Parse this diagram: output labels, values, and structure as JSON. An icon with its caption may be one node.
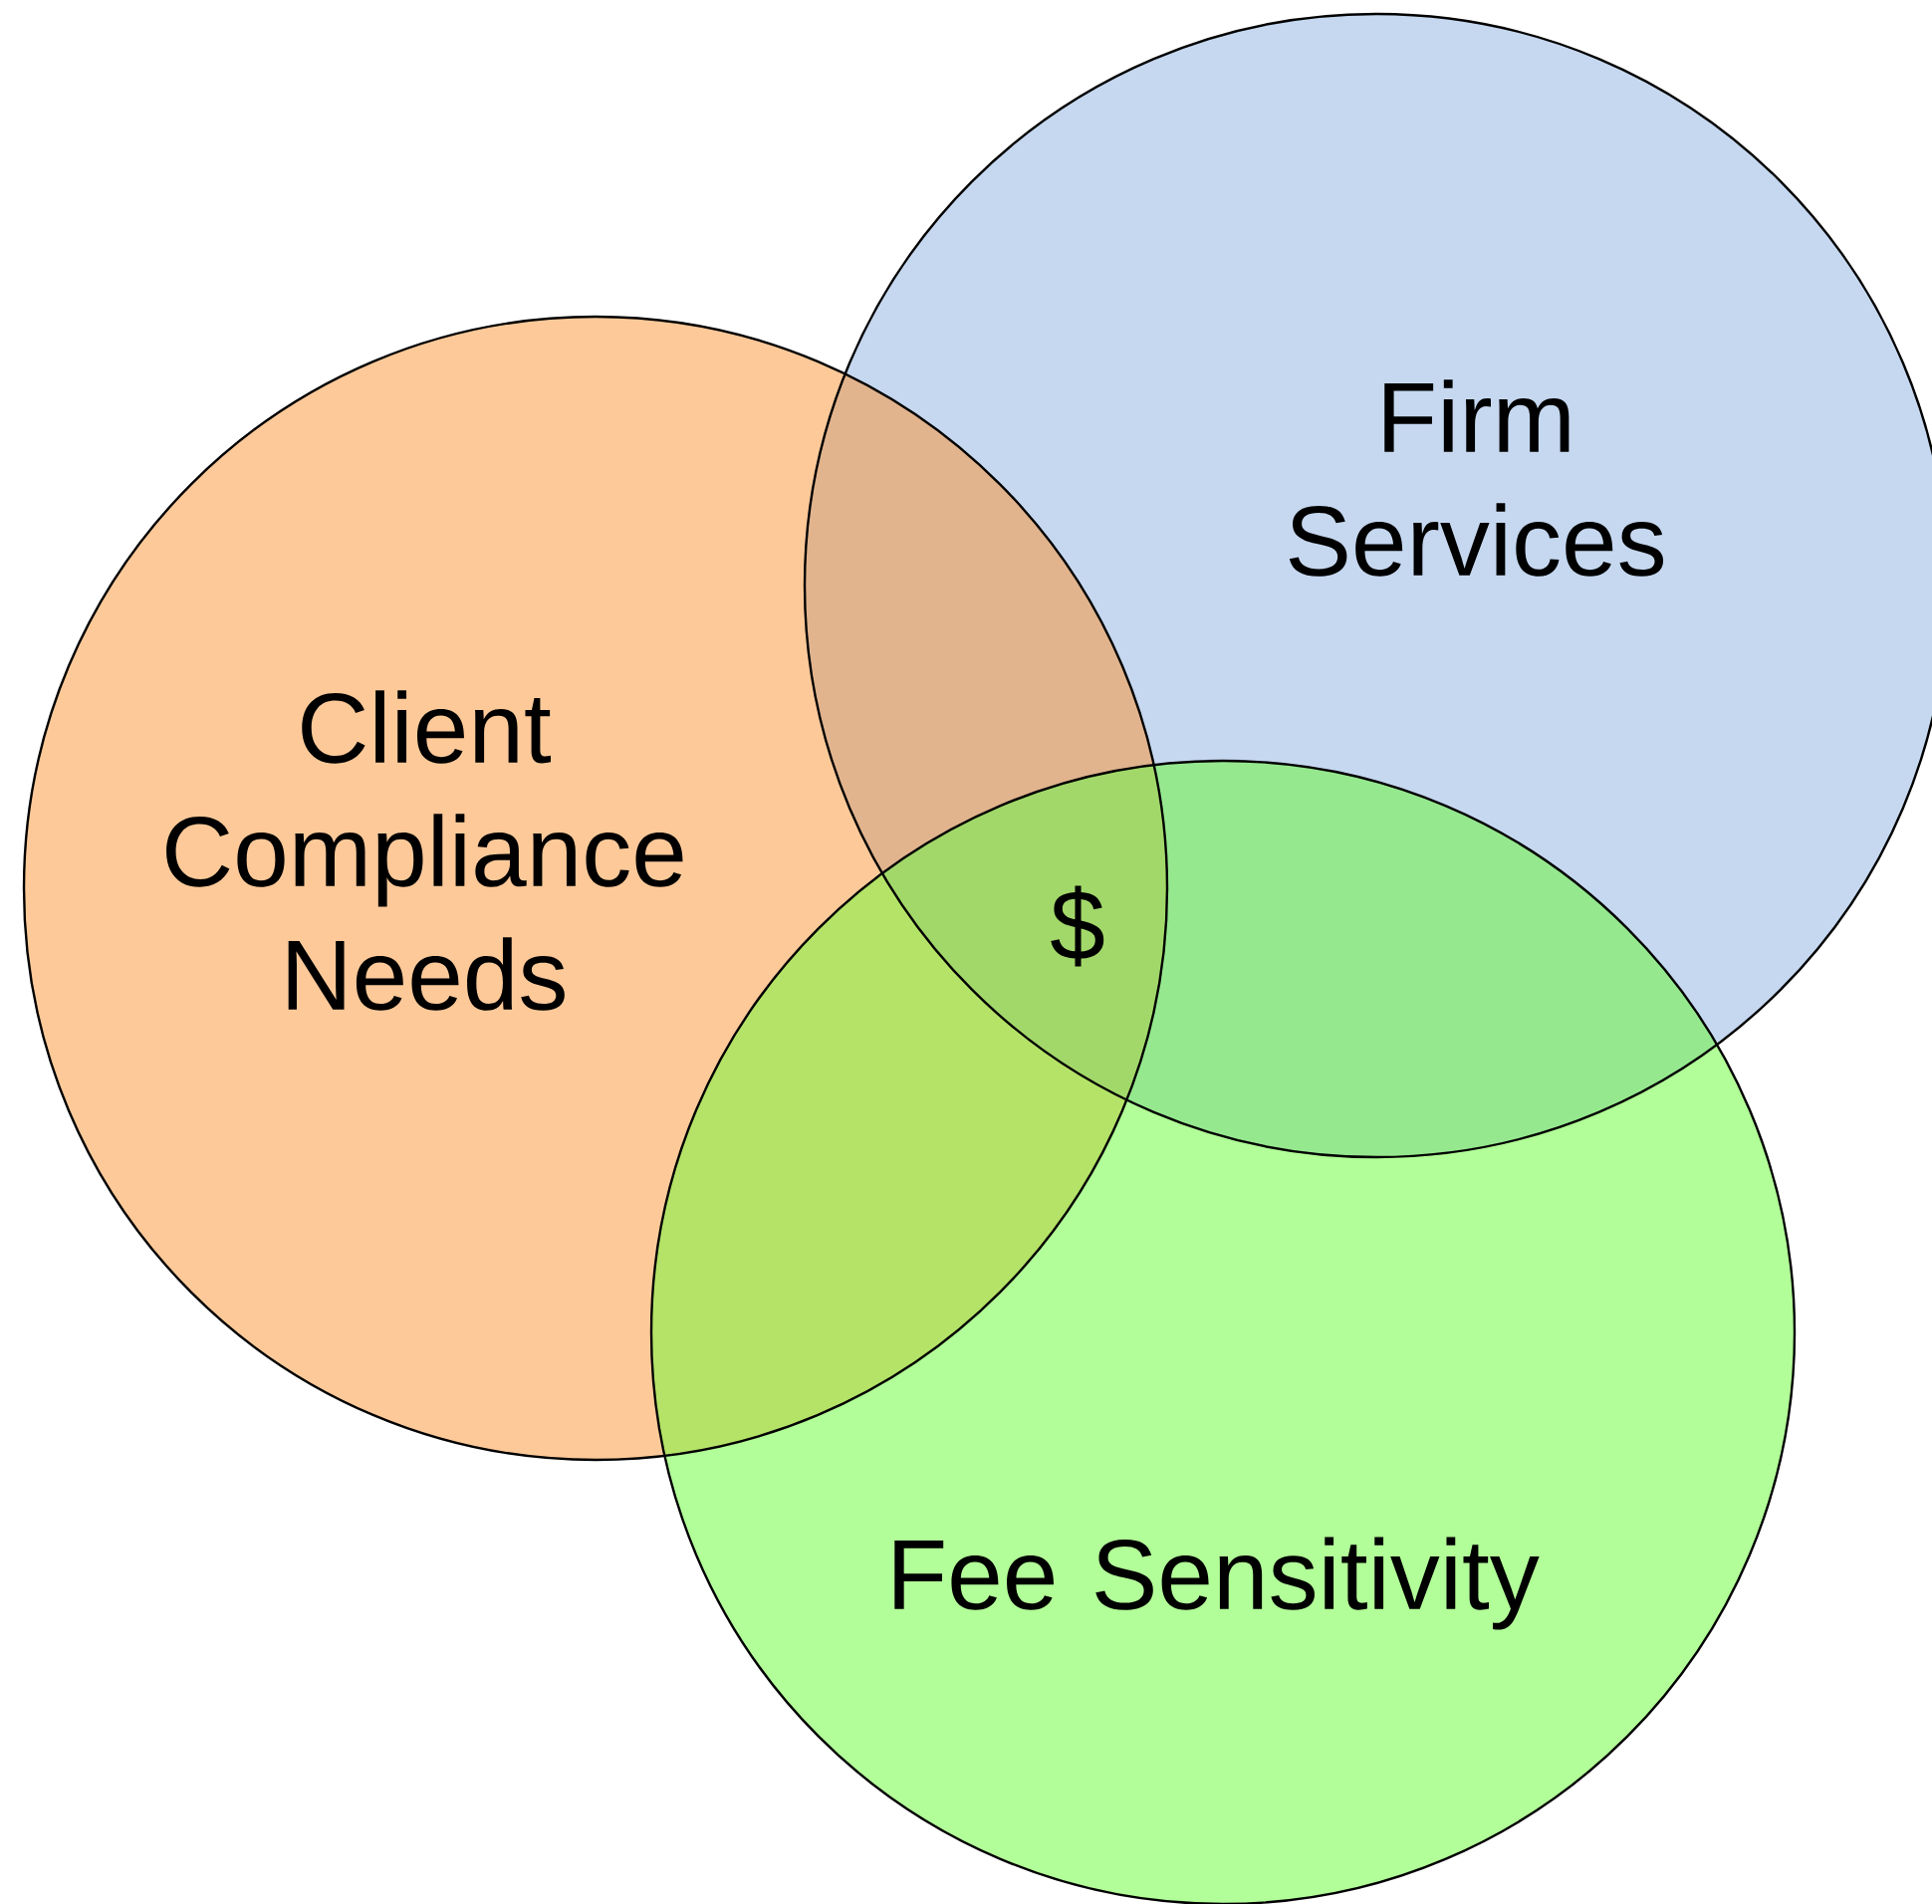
{
  "diagram": {
    "nodes": [
      {
        "text": [
          "Firm Services"
        ]
      },
      {
        "text": [
          "Client Compliance Needs"
        ]
      },
      {
        "text": [
          "Fee Sensitivity"
        ]
      }
    ],
    "labels": [
      "$"
    ]
  }
}
